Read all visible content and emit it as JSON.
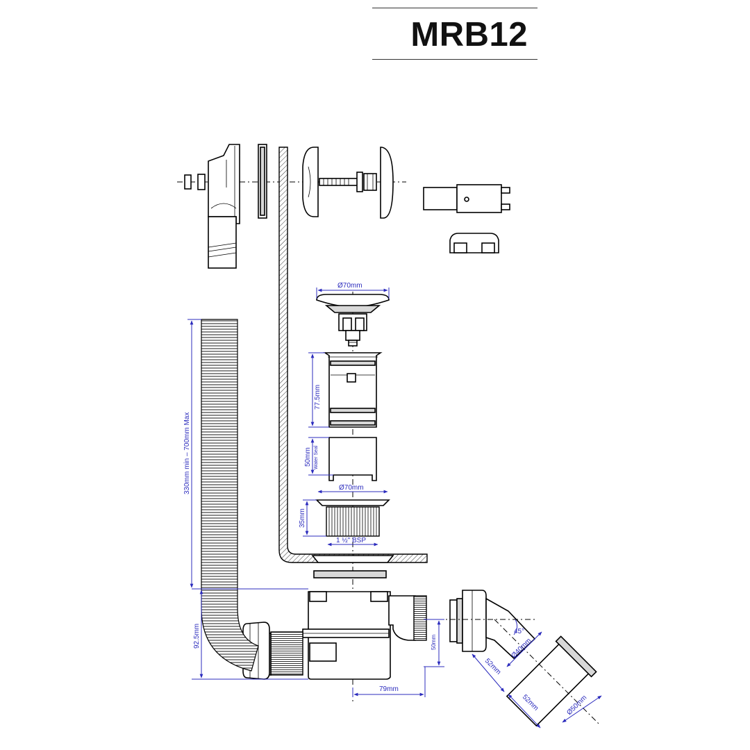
{
  "title": "MRB12",
  "dimensions": {
    "overflow_cap_diameter": "Ø70mm",
    "plug_diameter": "Ø70mm",
    "body_height": "77.5mm",
    "water_seal": "50mm",
    "water_seal_label": "Water Seal",
    "thread_height": "35mm",
    "thread_size": "1 ½\" BSP",
    "hose_length": "330mm min – 700mm Max",
    "outlet_height_left": "92.5mm",
    "outlet_height_right": "50mm",
    "outlet_offset": "79mm",
    "bend_angle": "45°",
    "bend_bore": "Ø40mm",
    "bend_length_1": "52mm",
    "bend_length_2": "52mm",
    "bend_outlet_diameter": "Ø50mm"
  }
}
